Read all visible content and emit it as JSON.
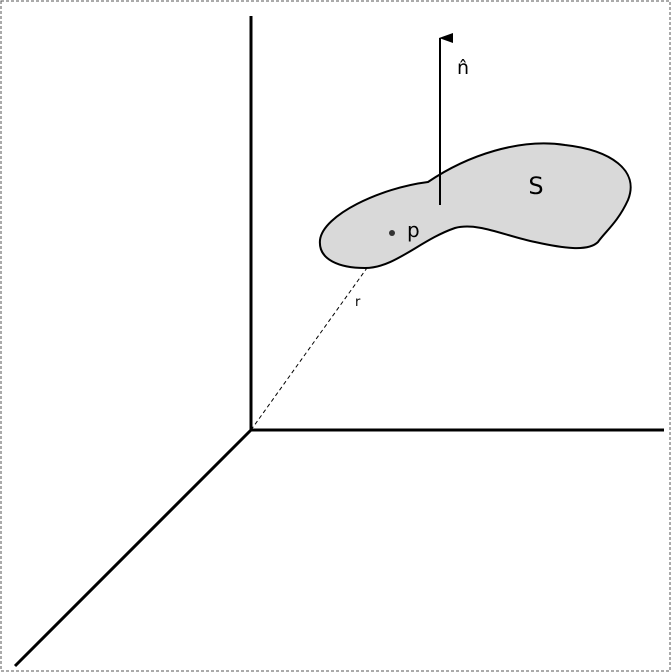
{
  "labels": {
    "surface": "S",
    "point": "p",
    "position_vector": "r",
    "normal": "n̂"
  },
  "colors": {
    "surface_fill": "#d9d9d9",
    "stroke": "#000000",
    "border": "#555555",
    "background": "#ffffff"
  }
}
